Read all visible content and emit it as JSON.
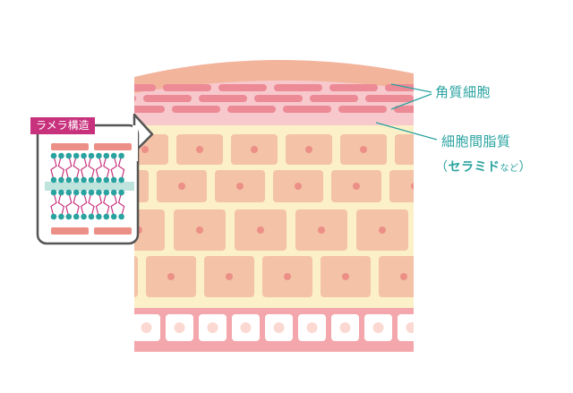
{
  "labels": {
    "corneocyte": "角質細胞",
    "intercellular_lipid": "細胞間脂質",
    "ceramide_open": "（",
    "ceramide": "セラミド",
    "ceramide_suffix": "など",
    "ceramide_close": "）",
    "lamella_structure": "ラメラ構造"
  },
  "colors": {
    "teal_label": "#2aa3a0",
    "magenta_tag": "#c8327d",
    "cell_fill": "#f4c2a6",
    "cell_nucleus": "#ec8f86",
    "lipid_bg": "#fbf0c8",
    "corneum_pink": "#f7c8cc",
    "corneocyte_band": "#ec8a96",
    "basal_band": "#f3a7ad",
    "lipid_head": "#2aa3a0",
    "lipid_tail": "#c8327d"
  }
}
